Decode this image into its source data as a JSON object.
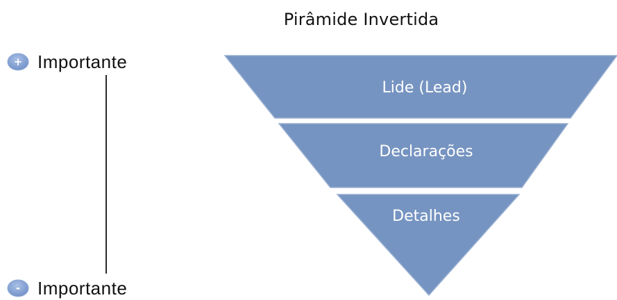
{
  "diagram": {
    "title": "Pirâmide Invertida",
    "scale": {
      "top": {
        "label": "Importante",
        "symbol": "+"
      },
      "bottom": {
        "label": "Importante",
        "symbol": "-"
      }
    },
    "tiers": [
      {
        "label": "Lide (Lead)"
      },
      {
        "label": "Declarações"
      },
      {
        "label": "Detalhes"
      }
    ],
    "colors": {
      "tier_fill": "#7694c1",
      "tier_stroke": "#9ab0d2",
      "circle_fill": "#7b9bcf",
      "line": "#2a2a2a"
    }
  }
}
